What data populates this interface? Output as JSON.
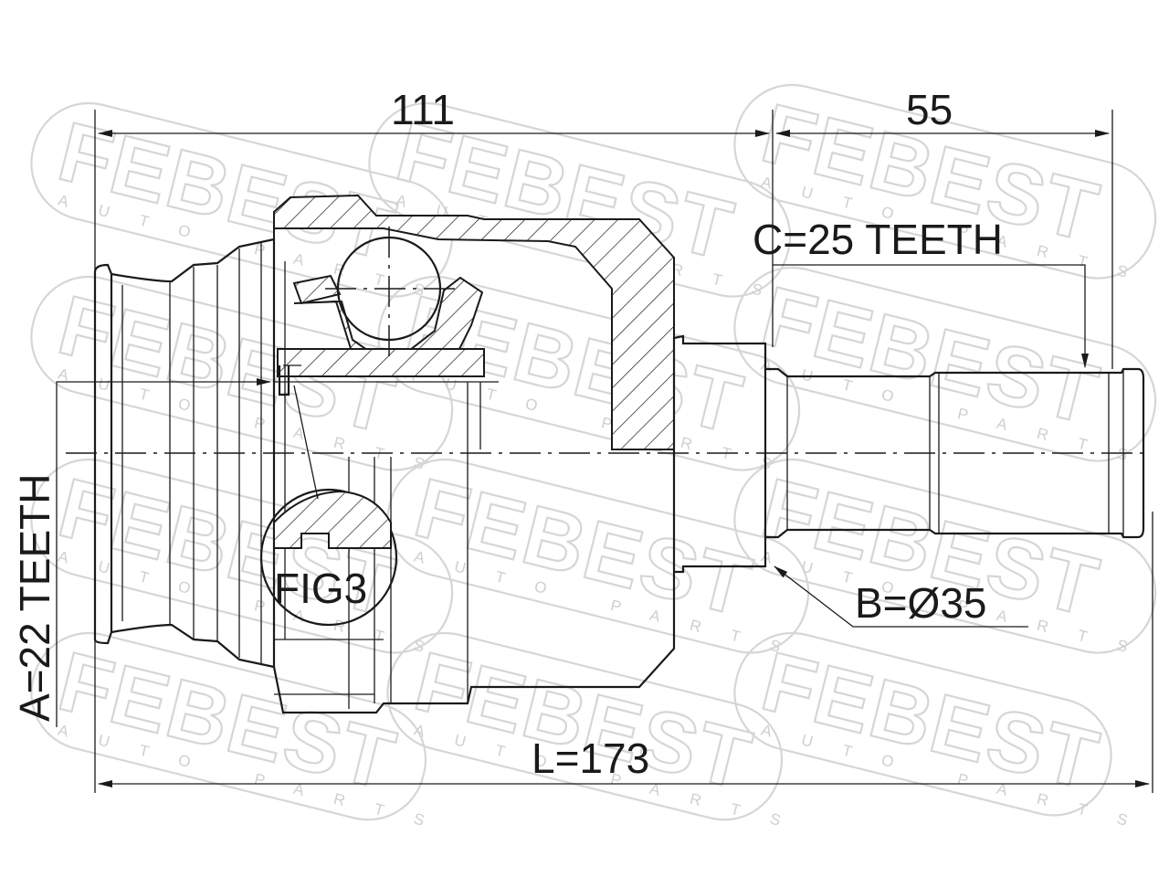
{
  "watermark": {
    "brand": "FEBEST",
    "tagline": "AUTO PARTS"
  },
  "dimensions": {
    "housing_length": "111",
    "shaft_length": "55",
    "overall_length": "L=173"
  },
  "callouts": {
    "outer_spline": "C=25 TEETH",
    "shaft_diameter": "B=Ø35",
    "inner_spline": "A=22 TEETH",
    "detail_figure": "FIG3"
  },
  "colors": {
    "line": "#1a1a1a",
    "watermark": "#d6d6d6",
    "background": "#ffffff"
  }
}
